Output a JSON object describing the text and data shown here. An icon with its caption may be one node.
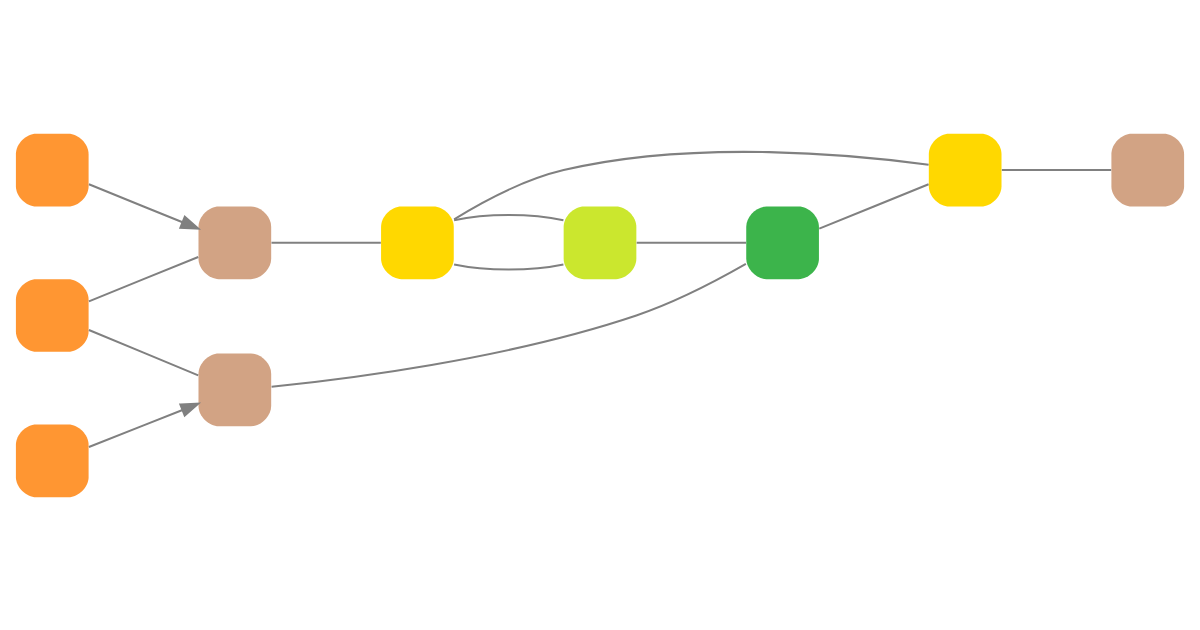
{
  "diagram": {
    "nodes": [
      {
        "text": [],
        "shape": "box"
      },
      {
        "text": [],
        "shape": "box"
      },
      {
        "text": [],
        "shape": "box"
      },
      {
        "text": [],
        "shape": "box"
      },
      {
        "text": [],
        "shape": "box"
      },
      {
        "text": [],
        "shape": "box"
      },
      {
        "text": [],
        "shape": "box"
      },
      {
        "text": [],
        "shape": "box"
      },
      {
        "text": [],
        "shape": "box"
      },
      {
        "text": [],
        "shape": "box"
      }
    ],
    "edges": [
      {
        "from": 0,
        "to": 2,
        "arrow": "to"
      },
      {
        "from": 1,
        "to": 2,
        "arrow": "none"
      },
      {
        "from": 1,
        "to": 6,
        "arrow": "none"
      },
      {
        "from": 2,
        "to": 3,
        "arrow": "none"
      },
      {
        "from": 3,
        "to": 4,
        "arrow": "none"
      },
      {
        "from": 3,
        "to": 4,
        "arrow": "none"
      },
      {
        "from": 3,
        "to": 8,
        "arrow": "none"
      },
      {
        "from": 5,
        "to": 6,
        "arrow": "to"
      },
      {
        "from": 4,
        "to": 7,
        "arrow": "none"
      },
      {
        "from": 6,
        "to": 7,
        "arrow": "none"
      },
      {
        "from": 7,
        "to": 8,
        "arrow": "none"
      },
      {
        "from": 8,
        "to": 9,
        "arrow": "none"
      }
    ]
  }
}
